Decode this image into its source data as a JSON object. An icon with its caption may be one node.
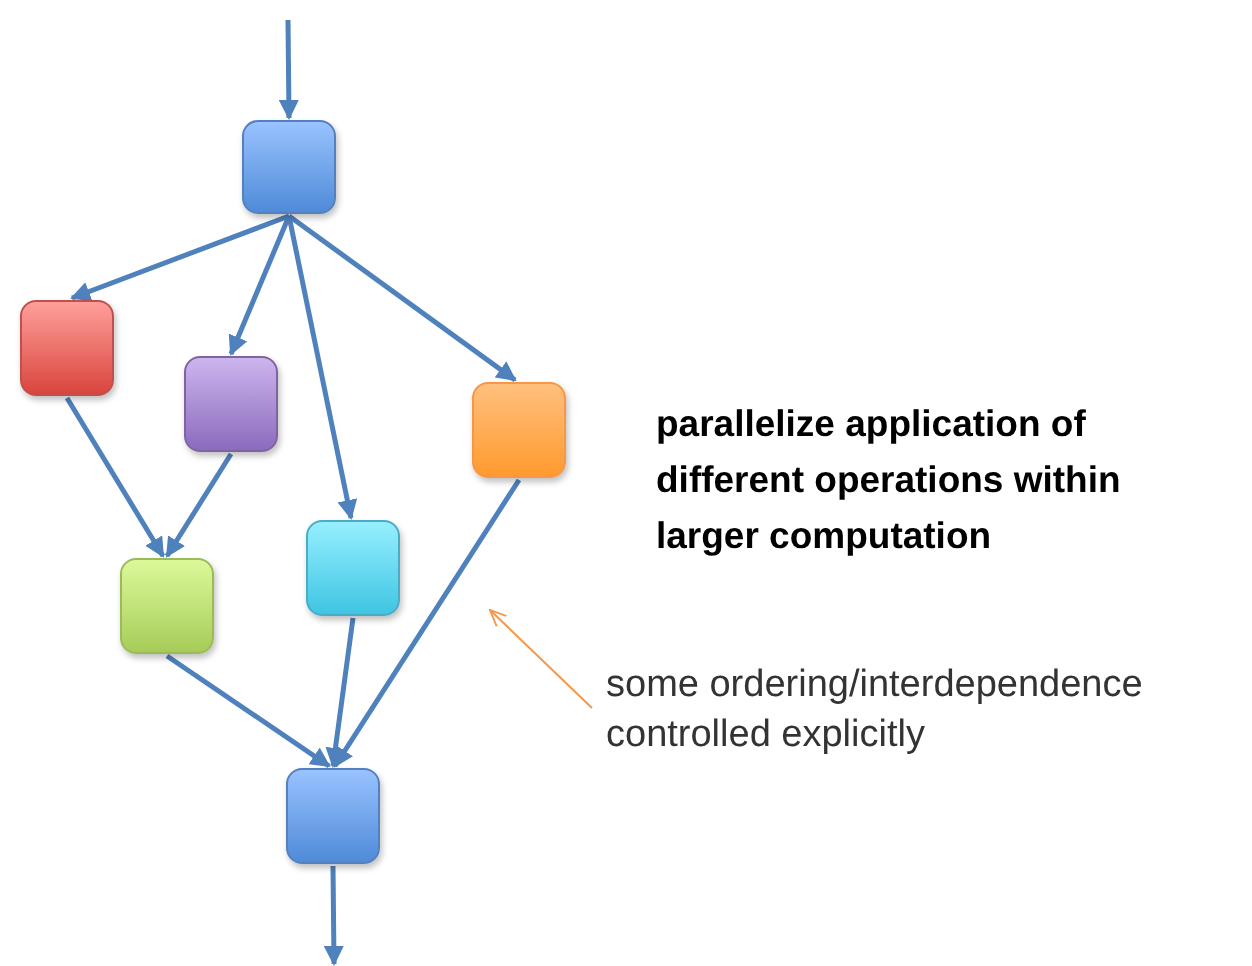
{
  "diagram": {
    "nodes": [
      {
        "text": [],
        "shape": "box"
      },
      {
        "text": [],
        "shape": "box"
      },
      {
        "text": [],
        "shape": "box"
      },
      {
        "text": [],
        "shape": "box"
      },
      {
        "text": [],
        "shape": "box"
      },
      {
        "text": [],
        "shape": "box"
      },
      {
        "text": [],
        "shape": "box"
      },
      {
        "text": [
          "some ordering/interdependence controlled explicitly"
        ]
      }
    ],
    "edges": [
      {
        "from": null,
        "to": 0,
        "arrow": "to"
      },
      {
        "from": 0,
        "to": 1,
        "arrow": "to"
      },
      {
        "from": 0,
        "to": 2,
        "arrow": "to"
      },
      {
        "from": 0,
        "to": 5,
        "arrow": "to"
      },
      {
        "from": 0,
        "to": 3,
        "arrow": "to"
      },
      {
        "from": 1,
        "to": 4,
        "arrow": "to"
      },
      {
        "from": 2,
        "to": 4,
        "arrow": "to"
      },
      {
        "from": 4,
        "to": 6,
        "arrow": "to"
      },
      {
        "from": 5,
        "to": 6,
        "arrow": "to"
      },
      {
        "from": 3,
        "to": 6,
        "arrow": "to"
      },
      {
        "from": 6,
        "to": null,
        "arrow": "to"
      },
      {
        "from": 7,
        "to": null,
        "arrow": "to",
        "color": "#f79646"
      }
    ],
    "labels": [
      "parallelize application of different operations within larger computation"
    ]
  }
}
